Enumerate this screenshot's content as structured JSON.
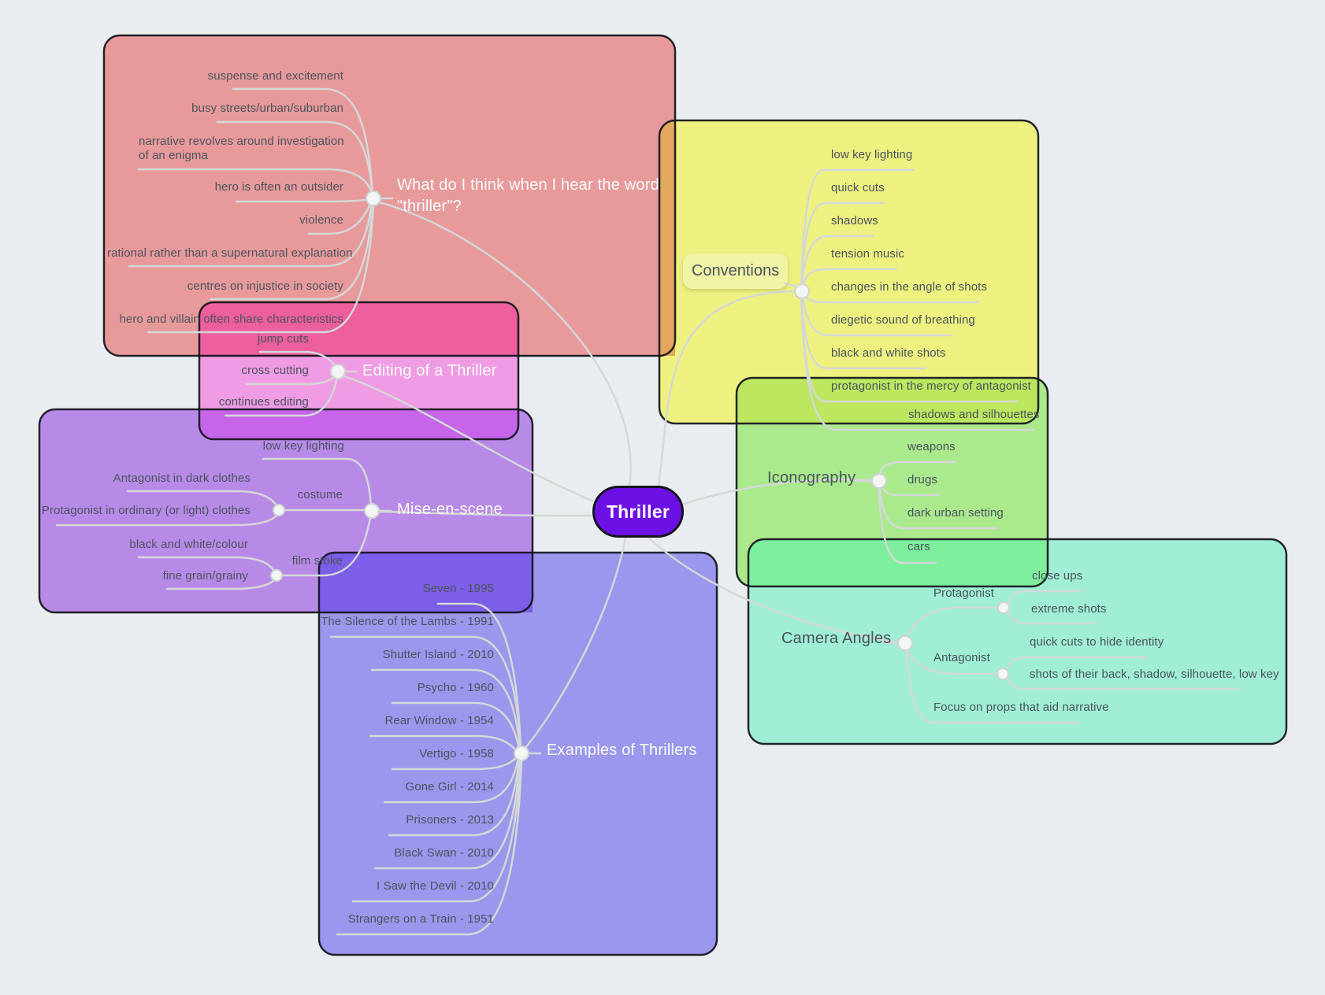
{
  "root": {
    "label": "Thriller"
  },
  "boxes": [
    {
      "id": "thoughts",
      "title": "What do I think when I hear the word \"thriller\"?",
      "children": [
        "suspense and excitement",
        "busy streets/urban/suburban",
        "narrative revolves around investigation of an enigma",
        "hero is often an outsider",
        "violence",
        "rational rather than a supernatural explanation",
        "centres on injustice in society",
        "hero and villain often share characteristics"
      ]
    },
    {
      "id": "conventions",
      "title": "Conventions",
      "children": [
        "low key lighting",
        "quick cuts",
        "shadows",
        "tension music",
        "changes in the angle of shots",
        "diegetic sound of breathing",
        "black and white shots",
        "protagonist in the mercy of antagonist",
        "shadows and silhouettes"
      ]
    },
    {
      "id": "editing",
      "title": "Editing of a Thriller",
      "children": [
        "jump cuts",
        "cross cutting",
        "continues editing"
      ]
    },
    {
      "id": "mise-en-scene",
      "title": "Mise-en-scene",
      "children": [
        "low key lighting"
      ],
      "groups": [
        {
          "label": "costume",
          "children": [
            "Antagonist in dark clothes",
            "Protagonist in ordinary (or light) clothes"
          ]
        },
        {
          "label": "film stoke",
          "children": [
            "black and white/colour",
            "fine grain/grainy"
          ]
        }
      ]
    },
    {
      "id": "iconography",
      "title": "Iconography",
      "children": [
        "weapons",
        "drugs",
        "dark urban setting",
        "cars"
      ]
    },
    {
      "id": "camera-angles",
      "title": "Camera Angles",
      "children": [
        "Focus on props that aid narrative"
      ],
      "groups": [
        {
          "label": "Protagonist",
          "children": [
            "close ups",
            "extreme shots"
          ]
        },
        {
          "label": "Antagonist",
          "children": [
            "quick cuts to hide identity",
            "shots of their back, shadow, silhouette, low key"
          ]
        }
      ]
    },
    {
      "id": "examples",
      "title": "Examples of Thrillers",
      "children": [
        "Seven - 1995",
        "The Silence of the Lambs - 1991",
        "Shutter Island - 2010",
        "Psycho - 1960",
        "Rear Window - 1954",
        "Vertigo - 1958",
        "Gone Girl - 2014",
        "Prisoners - 2013",
        "Black Swan - 2010",
        "I Saw the Devil - 2010",
        "Strangers on a Train - 1951"
      ]
    }
  ],
  "colors": {
    "background": "#e9edf0",
    "root_fill": "#6c10e6",
    "thoughts_fill": "#e89a9b",
    "conventions_fill": "#eef180",
    "editing_fill": "#f09ce4",
    "mise_fill": "#b88ae8",
    "iconography_fill": "#abe98d",
    "camera_fill": "#a0eed4",
    "examples_fill": "#9b97ed",
    "line": "#d4d8d8"
  }
}
